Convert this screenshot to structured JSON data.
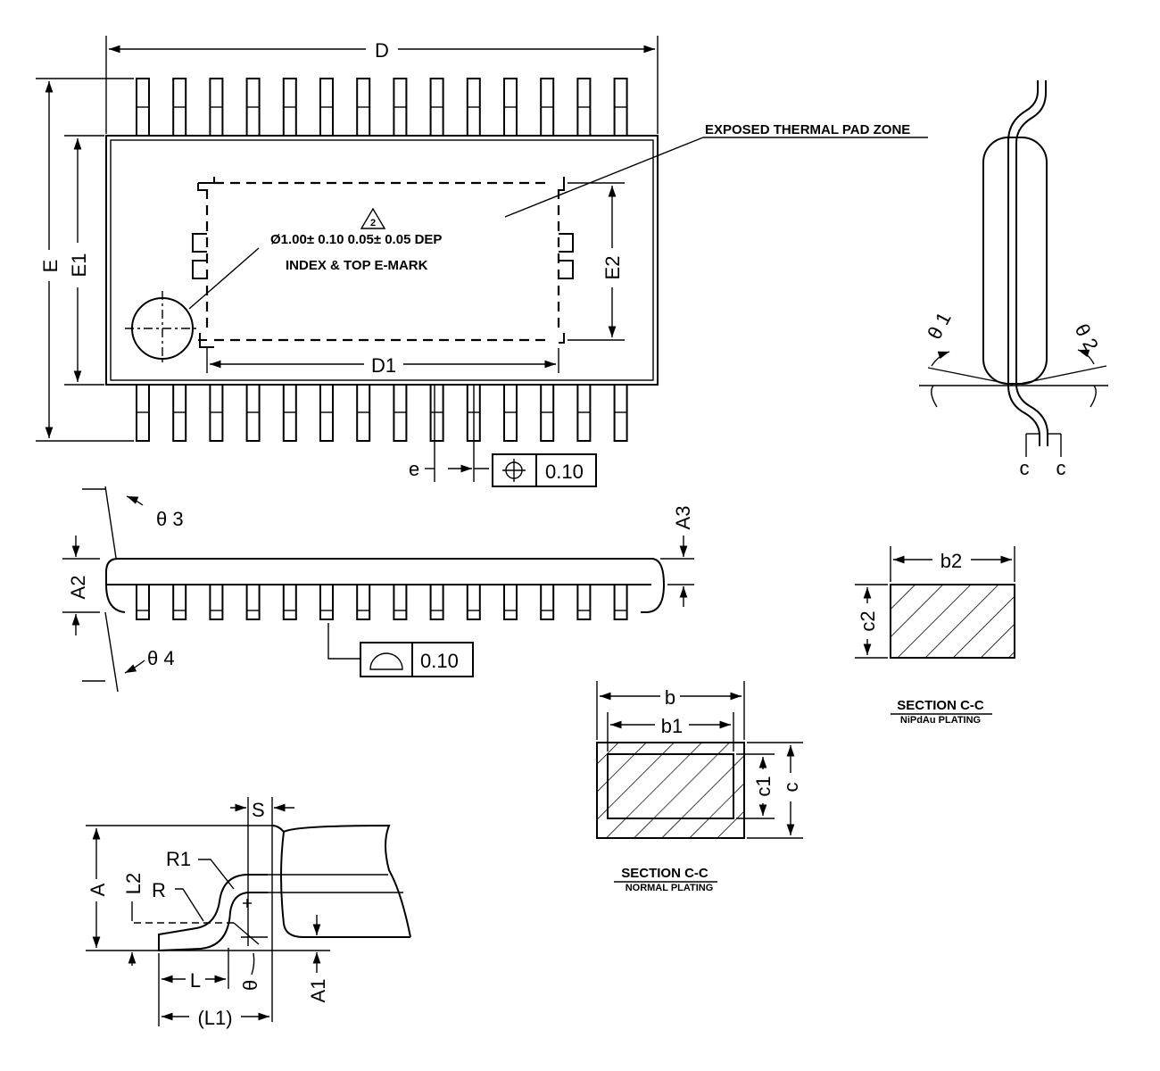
{
  "top_view": {
    "dim_D": "D",
    "dim_E": "E",
    "dim_E1": "E1",
    "dim_E2": "E2",
    "dim_D1": "D1",
    "dim_e": "e",
    "callout_pad": "EXPOSED THERMAL PAD ZONE",
    "note_number": "2",
    "index_dim": "Ø1.00± 0.10  0.05± 0.05 DEP",
    "index_label": "INDEX & TOP E-MARK",
    "position_tolerance": "0.10"
  },
  "end_view": {
    "theta1": "θ 1",
    "theta2": "θ 2",
    "c_left": "c",
    "c_right": "c"
  },
  "side_view": {
    "theta3": "θ 3",
    "theta4": "θ 4",
    "dim_A2": "A2",
    "dim_A3": "A3",
    "profile_tolerance": "0.10"
  },
  "section_nipdau": {
    "dim_b2": "b2",
    "dim_c2": "c2",
    "title": "SECTION C-C",
    "subtitle": "NiPdAu PLATING"
  },
  "section_normal": {
    "dim_b": "b",
    "dim_b1": "b1",
    "dim_c": "c",
    "dim_c1": "c1",
    "title": "SECTION C-C",
    "subtitle": "NORMAL PLATING"
  },
  "lead_detail": {
    "dim_S": "S",
    "dim_R1": "R1",
    "dim_R": "R",
    "dim_A": "A",
    "dim_L2": "L2",
    "dim_L": "L",
    "dim_L1": "(L1)",
    "dim_A1": "A1",
    "theta": "θ"
  }
}
